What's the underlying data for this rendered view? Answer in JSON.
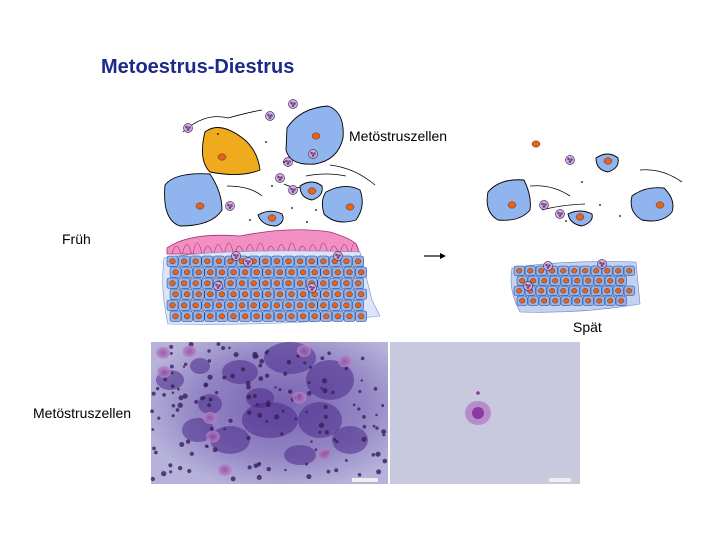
{
  "slide": {
    "title": "Metoestrus-Diestrus",
    "labels": {
      "metoestrus_cells_top": "Metöstruszellen",
      "early": "Früh",
      "late": "Spät",
      "metoestrus_cells_bottom": "Metöstruszellen"
    },
    "icons": [
      "arrow-right-icon"
    ],
    "colors": {
      "title": "#1c2a8c",
      "superficial_cell": "#8fb4ee",
      "keratinized_cell": "#f0aa1e",
      "nucleus": "#e2641e",
      "neutrophil": "#7a3c8c",
      "pink_layer": "#f290c4",
      "stain_background": "#9e9ed0",
      "micrograph_background": "#c3c3dd"
    }
  }
}
